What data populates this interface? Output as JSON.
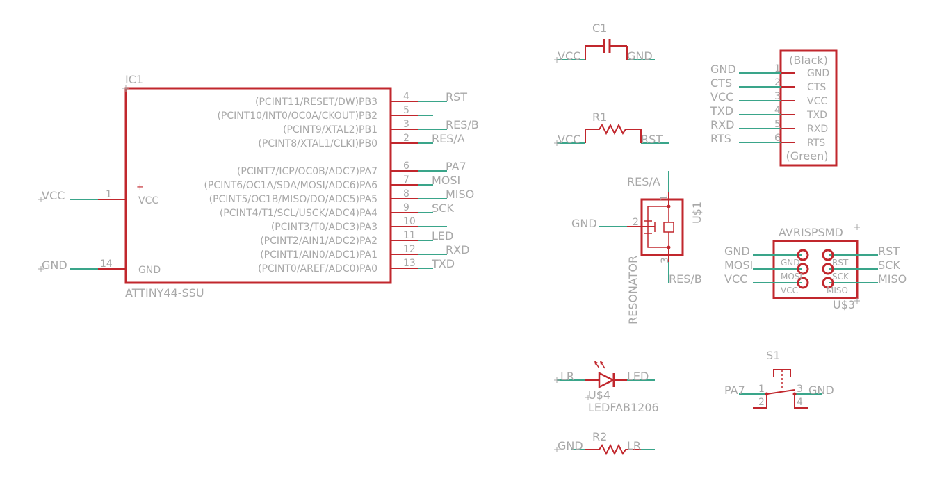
{
  "colors": {
    "body": "#c1272d",
    "net": "#3aa58a",
    "text": "#a8a8a8",
    "background": "#ffffff"
  },
  "ic1": {
    "name": "IC1",
    "value": "ATTINY44-SSU",
    "vcc_label": "VCC",
    "gnd_label": "GND",
    "plus_mark": "+",
    "left_pins": [
      {
        "num": "1",
        "net": "VCC"
      },
      {
        "num": "14",
        "net": "GND"
      }
    ],
    "right_pins": [
      {
        "label": "(PCINT11/RESET/DW)PB3",
        "num": "4",
        "net": "RST"
      },
      {
        "label": "(PCINT10/INT0/OC0A/CKOUT)PB2",
        "num": "5",
        "net": ""
      },
      {
        "label": "(PCINT9/XTAL2)PB1",
        "num": "3",
        "net": "RES/B"
      },
      {
        "label": "(PCINT8/XTAL1/CLKI)PB0",
        "num": "2",
        "net": "RES/A"
      },
      {
        "label": "(PCINT7/ICP/OC0B/ADC7)PA7",
        "num": "6",
        "net": "PA7"
      },
      {
        "label": "(PCINT6/OC1A/SDA/MOSI/ADC6)PA6",
        "num": "7",
        "net": "MOSI"
      },
      {
        "label": "(PCINT5/OC1B/MISO/DO/ADC5)PA5",
        "num": "8",
        "net": "MISO"
      },
      {
        "label": "(PCINT4/T1/SCL/USCK/ADC4)PA4",
        "num": "9",
        "net": "SCK"
      },
      {
        "label": "(PCINT3/T0/ADC3)PA3",
        "num": "10",
        "net": ""
      },
      {
        "label": "(PCINT2/AIN1/ADC2)PA2",
        "num": "11",
        "net": "LED"
      },
      {
        "label": "(PCINT1/AIN0/ADC1)PA1",
        "num": "12",
        "net": "RXD"
      },
      {
        "label": "(PCINT0/AREF/ADC0)PA0",
        "num": "13",
        "net": "TXD"
      }
    ]
  },
  "c1": {
    "name": "C1",
    "left_net": "VCC",
    "right_net": "GND"
  },
  "r1": {
    "name": "R1",
    "left_net": "VCC",
    "right_net": "RST"
  },
  "r2": {
    "name": "R2",
    "left_net": "GND",
    "right_net": "LR"
  },
  "ftdi": {
    "top_label": "(Black)",
    "bottom_label": "(Green)",
    "pins": [
      {
        "num": "1",
        "name": "GND",
        "net": "GND"
      },
      {
        "num": "2",
        "name": "CTS",
        "net": "CTS"
      },
      {
        "num": "3",
        "name": "VCC",
        "net": "VCC"
      },
      {
        "num": "4",
        "name": "TXD",
        "net": "TXD"
      },
      {
        "num": "5",
        "name": "RXD",
        "net": "RXD"
      },
      {
        "num": "6",
        "name": "RTS",
        "net": "RTS"
      }
    ]
  },
  "resonator": {
    "name": "U$1",
    "value": "RESONATOR",
    "pin1": "1",
    "pin2": "2",
    "pin3": "3",
    "net_top": "RES/A",
    "net_left": "GND",
    "net_bottom": "RES/B"
  },
  "avrisp": {
    "name": "U$3",
    "value": "AVRISPSMD",
    "inner_left": [
      "GND",
      "MOSI",
      "VCC"
    ],
    "inner_right": [
      "RST",
      "SCK",
      "MISO"
    ],
    "nets_left": [
      "GND",
      "MOSI",
      "VCC"
    ],
    "nets_right": [
      "RST",
      "SCK",
      "MISO"
    ]
  },
  "led": {
    "name": "U$4",
    "value": "LEDFAB1206",
    "left_net": "LR",
    "right_net": "LED"
  },
  "s1": {
    "name": "S1",
    "pin1": "1",
    "pin2": "2",
    "pin3": "3",
    "pin4": "4",
    "left_net": "PA7",
    "right_net": "GND"
  }
}
